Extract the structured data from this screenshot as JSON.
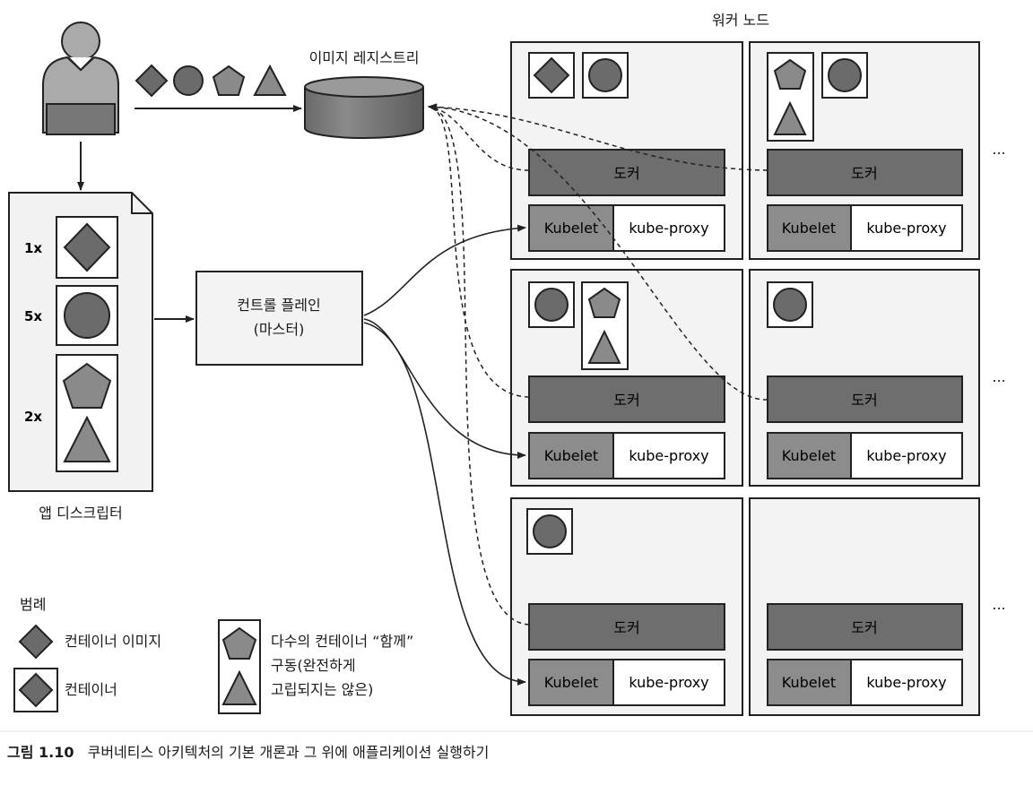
{
  "registry": {
    "label": "이미지 레지스트리"
  },
  "worker_nodes": {
    "label": "워커 노드"
  },
  "app_descriptor": {
    "label": "앱 디스크립터",
    "counts": [
      "1x",
      "5x",
      "2x"
    ]
  },
  "control_plane": {
    "line1": "컨트롤 플레인",
    "line2": "(마스터)"
  },
  "node": {
    "docker": "도커",
    "kubelet": "Kubelet",
    "kube_proxy": "kube-proxy"
  },
  "ellipsis": "...",
  "legend": {
    "title": "범례",
    "image": "컨테이너 이미지",
    "container": "컨테이너",
    "group_line1": "다수의 컨테이너 “함께”",
    "group_line2": "구동(완전하게",
    "group_line3": "고립되지는 않은)"
  },
  "caption": {
    "number": "그림 1.10",
    "text": "쿠버네티스 아키텍처의 기본 개론과 그 위에 애플리케이션 실행하기"
  },
  "colors": {
    "shape_fill": "#6b6b6b",
    "shape_light": "#8a8a8a",
    "panel_fill": "#f3f3f3",
    "docker_fill": "#6e6e6e",
    "kubelet_fill": "#8c8c8c",
    "line": "#222222"
  }
}
